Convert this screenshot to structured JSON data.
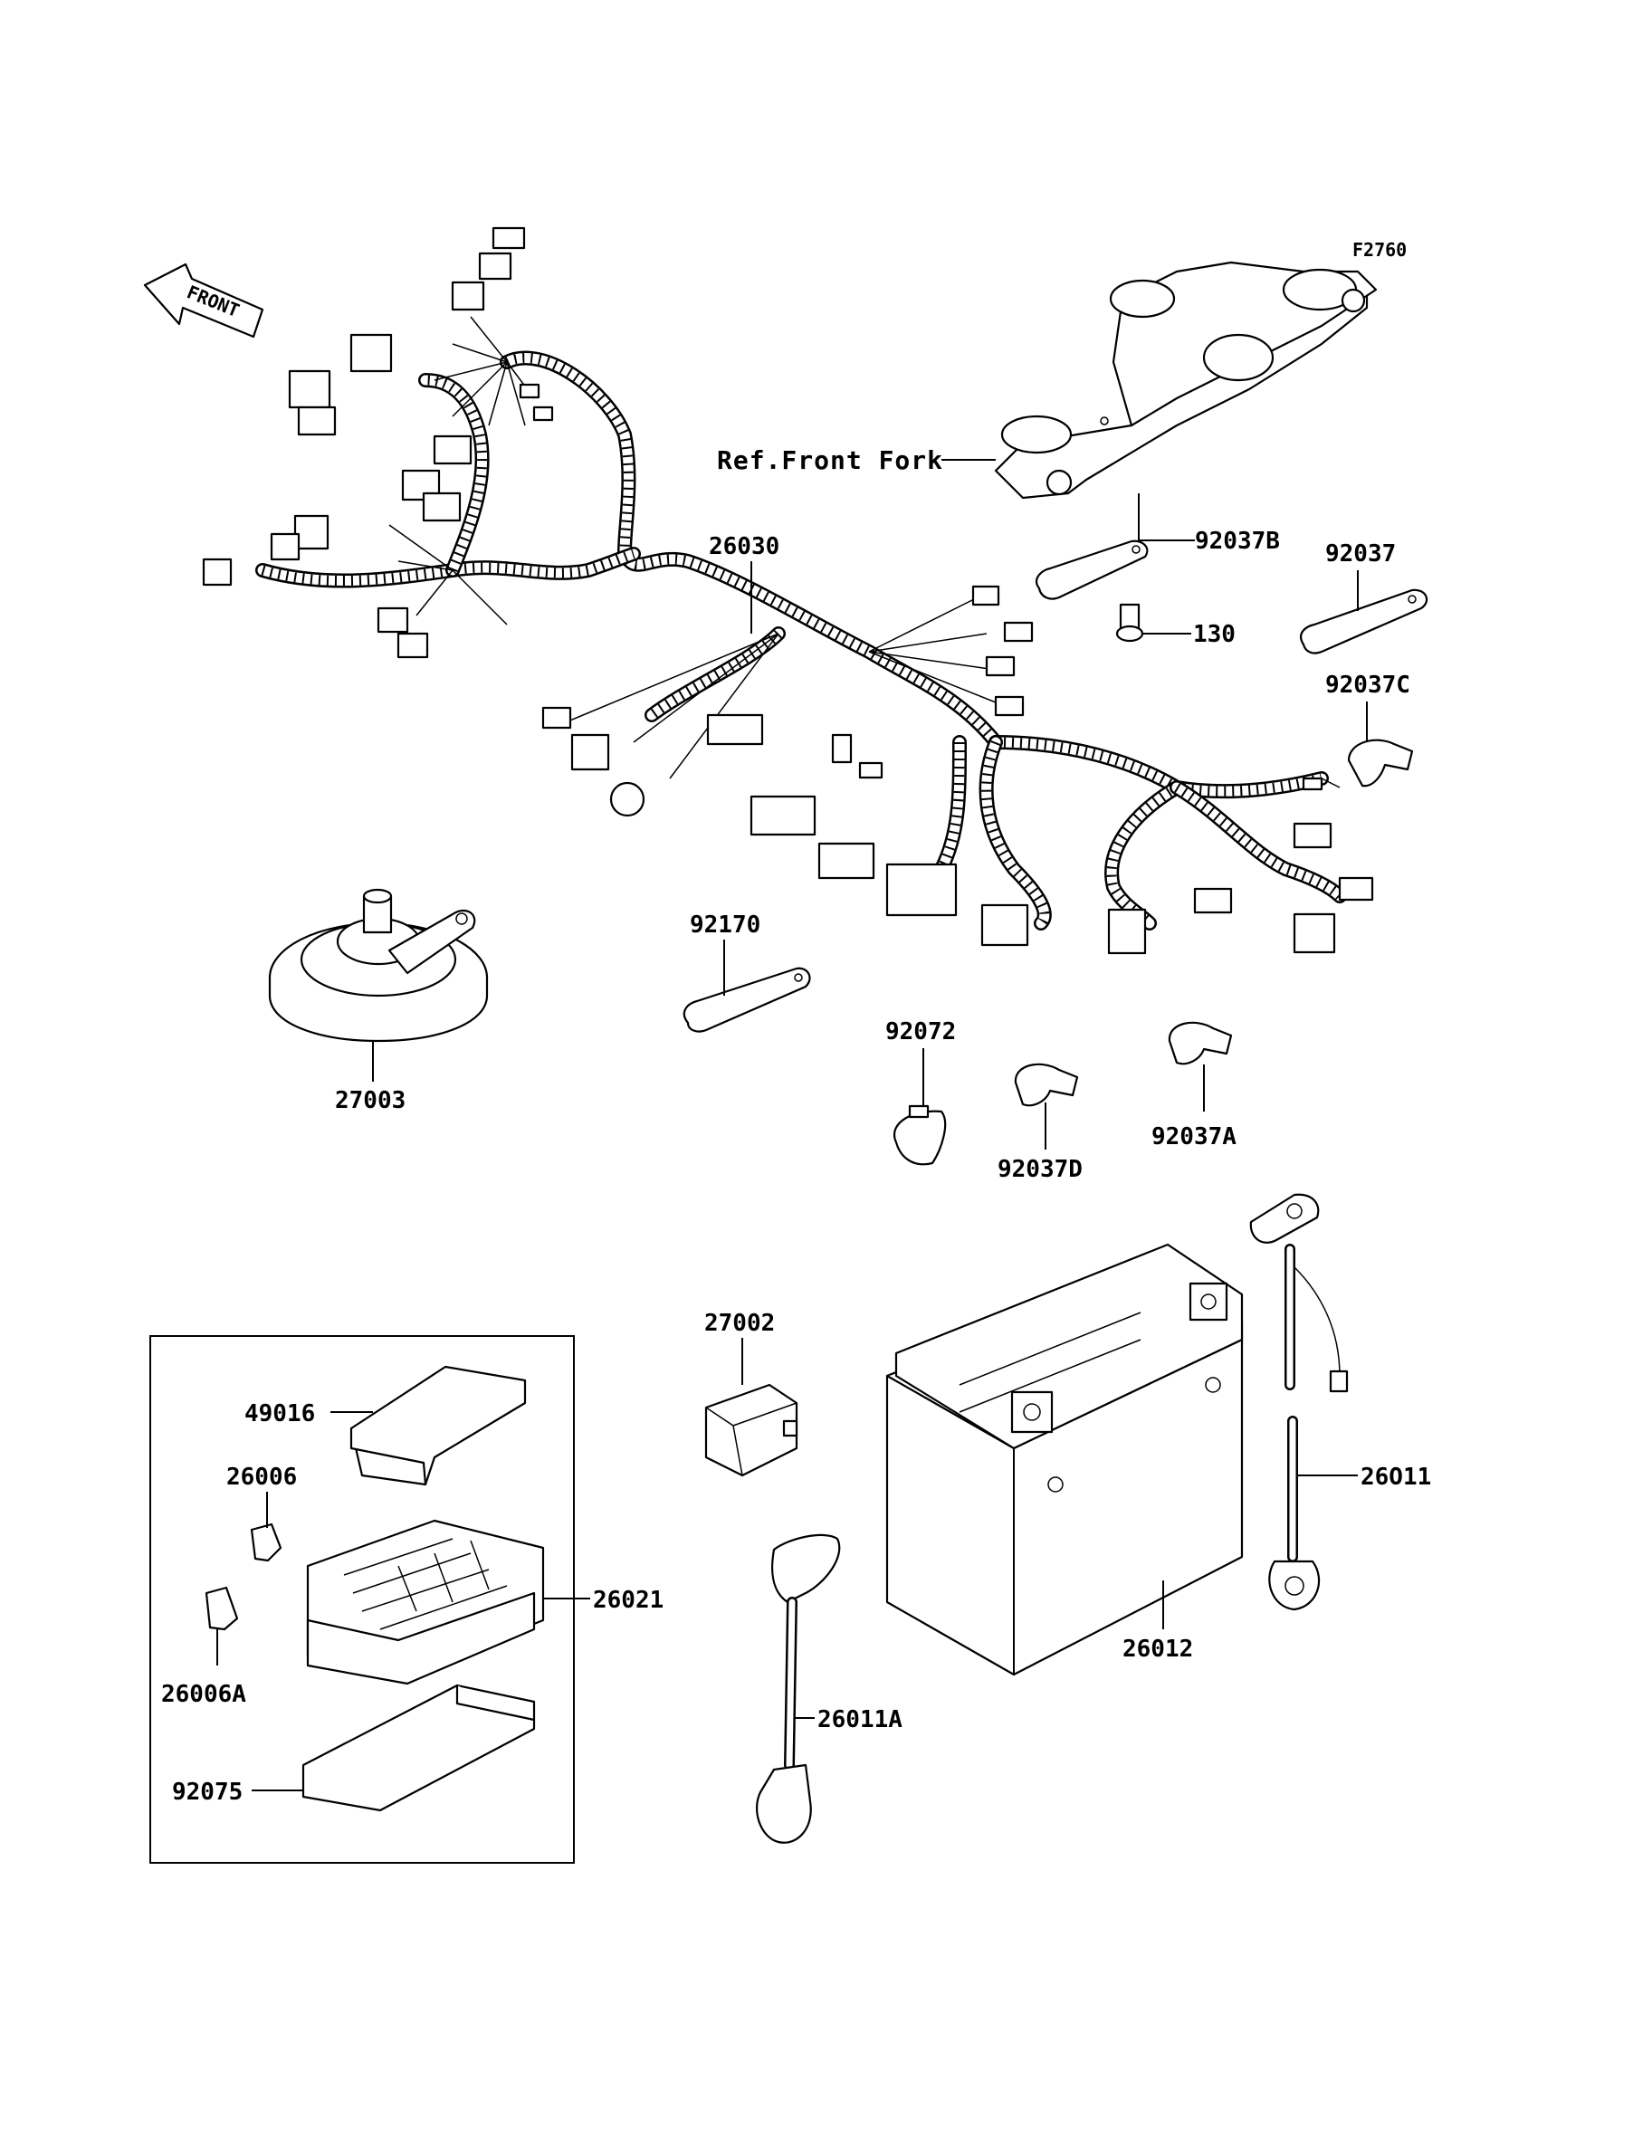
{
  "figure_id": "F2760",
  "front_label": "FRONT",
  "ref_label": "Ref.Front Fork",
  "parts": {
    "p26030": "26030",
    "p92037B": "92037B",
    "p92037": "92037",
    "p130": "130",
    "p92037C": "92037C",
    "p92170": "92170",
    "p27003": "27003",
    "p92072": "92072",
    "p92037D": "92037D",
    "p92037A": "92037A",
    "p27002": "27002",
    "p49016": "49016",
    "p26006": "26006",
    "p26006A": "26006A",
    "p26021": "26021",
    "p92075": "92075",
    "p26011A": "26011A",
    "p26012": "26012",
    "p26011": "26O11"
  }
}
